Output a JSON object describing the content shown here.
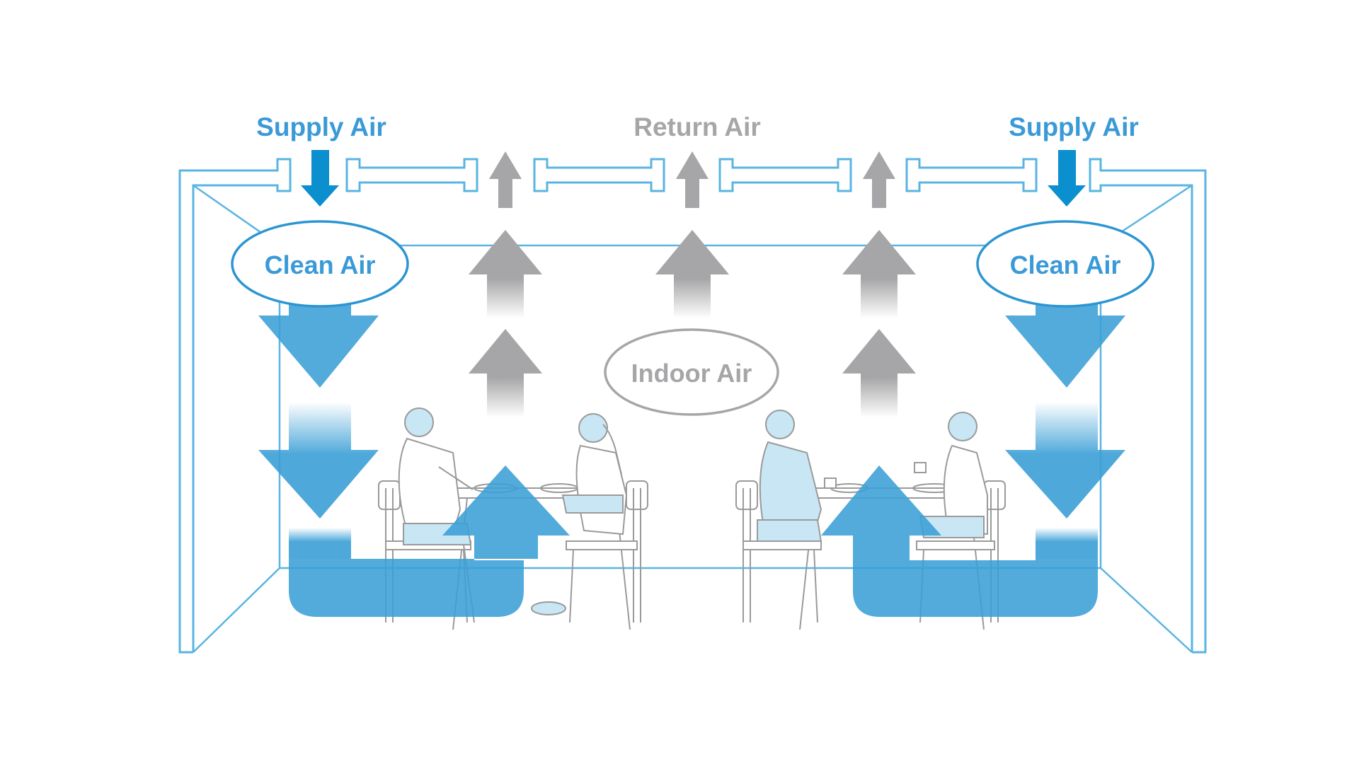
{
  "title": "Ventilation airflow diagram",
  "labels": {
    "supply_left": "Supply Air",
    "return": "Return Air",
    "supply_right": "Supply Air",
    "clean_left": "Clean Air",
    "clean_right": "Clean Air",
    "indoor": "Indoor Air"
  },
  "colors": {
    "supply_blue": "#3a9ad8",
    "supply_arrow": "#0b8fcf",
    "flow_blue": "#3a9fd6",
    "frame_blue": "#5ab4e2",
    "return_grey": "#a6a6a8",
    "person_fill": "#c8e6f4",
    "line_grey": "#9a9a9a"
  },
  "scene": {
    "people": [
      "person-man-left",
      "person-woman-left",
      "person-man-right",
      "person-woman-right"
    ],
    "tables": 2
  }
}
